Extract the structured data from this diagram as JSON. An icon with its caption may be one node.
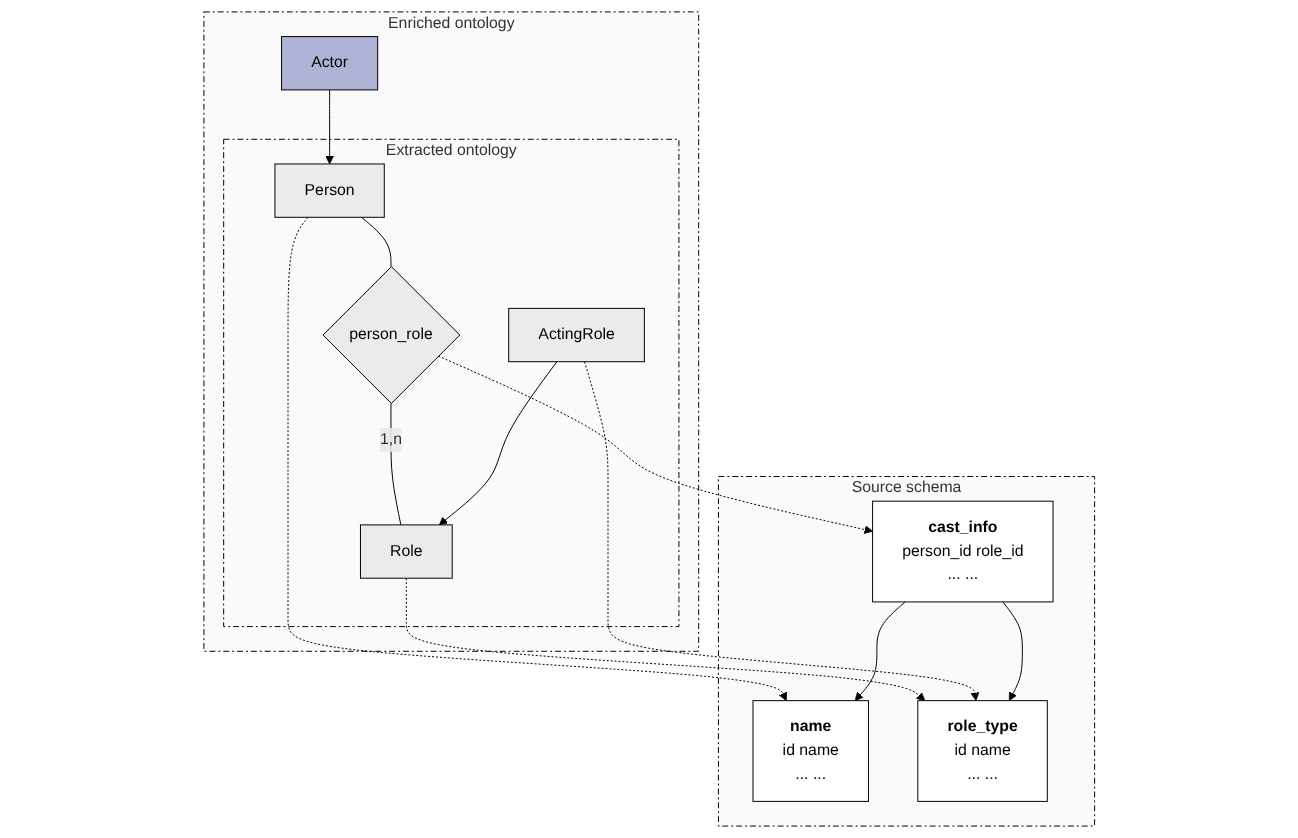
{
  "diagram": {
    "nodes": [
      {
        "text": [
          "Enriched ontology"
        ]
      },
      {
        "text": [
          "Actor"
        ],
        "in": 0
      },
      {
        "text": [
          "Extracted ontology"
        ],
        "in": 0
      },
      {
        "text": [
          "Person"
        ],
        "in": 2
      },
      {
        "text": [
          "person_role"
        ],
        "in": 2
      },
      {
        "text": [
          "Role"
        ],
        "in": 2
      },
      {
        "text": [
          "ActingRole"
        ],
        "in": 2
      },
      {
        "text": [
          "Source schema"
        ]
      },
      {
        "text": [
          "name",
          "id",
          "name",
          "...",
          "..."
        ],
        "in": 7
      },
      {
        "text": [
          "cast_info",
          "person_id",
          "role_id",
          "...",
          "..."
        ],
        "in": 7
      },
      {
        "text": [
          "role_type",
          "id",
          "name",
          "...",
          "..."
        ],
        "in": 7
      }
    ],
    "edges": [
      {
        "from": 1,
        "to": 3,
        "arrow": "to"
      },
      {
        "from": 3,
        "to": 4,
        "arrow": "none"
      },
      {
        "from": 4,
        "to": 5,
        "arrow": "none",
        "label": "1,n"
      },
      {
        "from": 6,
        "to": 5,
        "arrow": "to"
      },
      {
        "from": 3,
        "to": 8,
        "arrow": "to",
        "style": "dashed"
      },
      {
        "from": 4,
        "to": 9,
        "arrow": "to",
        "style": "dashed"
      },
      {
        "from": 5,
        "to": 10,
        "arrow": "to",
        "style": "dashed"
      },
      {
        "from": 6,
        "to": 10,
        "arrow": "to",
        "style": "dashed"
      },
      {
        "from": 9,
        "to": 8,
        "arrow": "to"
      },
      {
        "from": 9,
        "to": 10,
        "arrow": "to"
      }
    ]
  }
}
